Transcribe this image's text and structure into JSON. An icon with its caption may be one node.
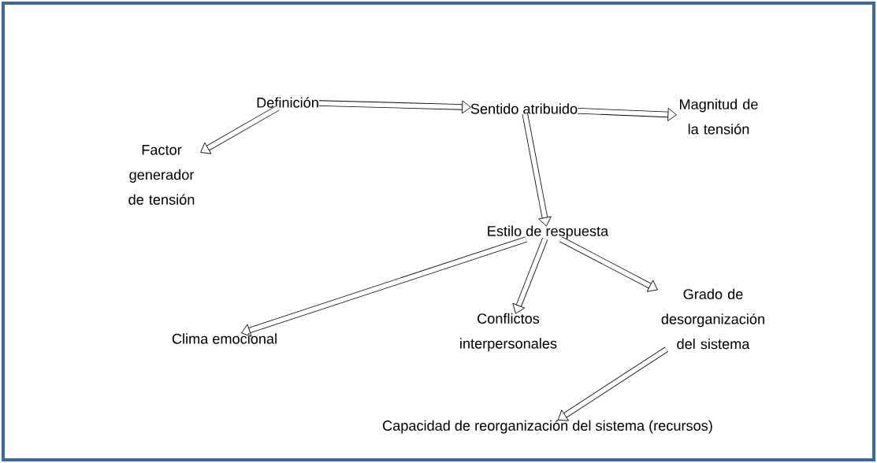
{
  "diagram": {
    "nodes": [
      {
        "text": [
          "Definición"
        ]
      },
      {
        "text": [
          "Sentido atribuido"
        ]
      },
      {
        "text": [
          "Magnitud de la tensión"
        ]
      },
      {
        "text": [
          "Factor generador de tensión"
        ]
      },
      {
        "text": [
          "Estilo de respuesta"
        ]
      },
      {
        "text": [
          "Clima emocional"
        ]
      },
      {
        "text": [
          "Conflictos interpersonales"
        ]
      },
      {
        "text": [
          "Grado de desorganización del sistema"
        ]
      },
      {
        "text": [
          "Capacidad de reorganización del sistema (recursos)"
        ]
      }
    ],
    "edges": [
      {
        "from": 0,
        "to": 3,
        "arrow": "to"
      },
      {
        "from": 0,
        "to": 1,
        "arrow": "to"
      },
      {
        "from": 1,
        "to": 2,
        "arrow": "to"
      },
      {
        "from": 1,
        "to": 4,
        "arrow": "to"
      },
      {
        "from": 4,
        "to": 5,
        "arrow": "to"
      },
      {
        "from": 4,
        "to": 6,
        "arrow": "to"
      },
      {
        "from": 4,
        "to": 7,
        "arrow": "to"
      },
      {
        "from": 7,
        "to": 8,
        "arrow": "to"
      }
    ]
  }
}
